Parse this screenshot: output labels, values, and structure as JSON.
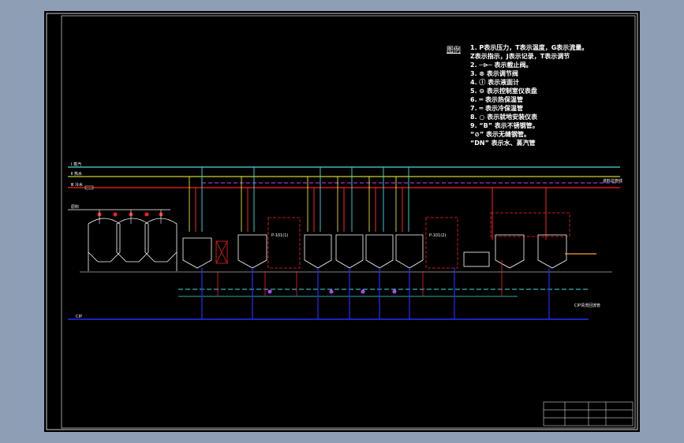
{
  "legend": {
    "title": "图例",
    "lines": [
      "1. P表示压力，T表示温度，G表示流量。",
      "   Z表示指示，J表示记录，T表示调节",
      "2. ─⊳─ 表示截止阀。",
      "3. ⊗ 表示调节阀",
      "4. ⓛ 表示液面计",
      "5. ⊖ 表示控制室仪表盘",
      "6. ═ 表示热保温管",
      "7. ═ 表示冷保温管",
      "8. ○ 表示就地安装仪表",
      "9. “B” 表示不锈钢管。",
      "   “⊘” 表示无缝钢管。",
      "   “DN” 表示水、蒸汽管"
    ]
  },
  "right_label": "进料总管线",
  "cip_label": "CIP清洗回流管",
  "tank_captions": [
    "P-101(1)",
    "P-101(2)"
  ],
  "colors": {
    "background": "#000000",
    "steam": "#ff2020",
    "water": "#40e0e0",
    "product": "#2030ff",
    "return": "#c040ff",
    "vessel": "#ffffff",
    "valve": "#ffff40"
  }
}
